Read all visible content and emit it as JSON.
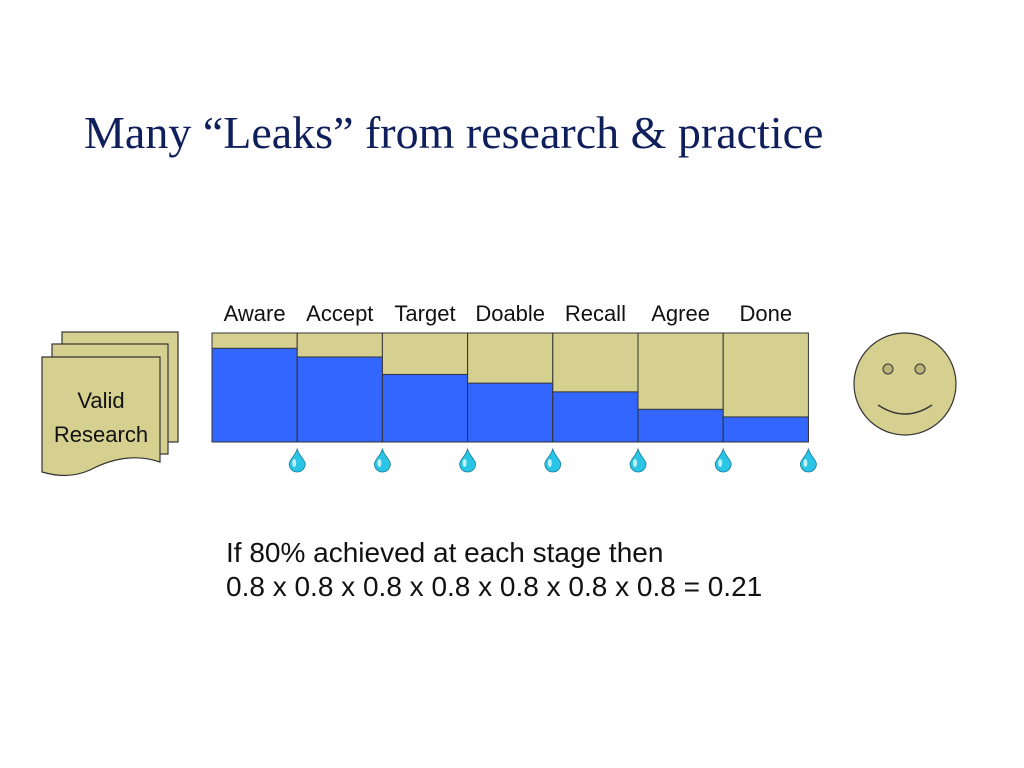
{
  "slide": {
    "title": "Many “Leaks” from research & practice",
    "document": {
      "line1": "Valid",
      "line2": "Research"
    },
    "stages": [
      {
        "label": "Aware",
        "retained": 0.86
      },
      {
        "label": "Accept",
        "retained": 0.78
      },
      {
        "label": "Target",
        "retained": 0.62
      },
      {
        "label": "Doable",
        "retained": 0.54
      },
      {
        "label": "Recall",
        "retained": 0.46
      },
      {
        "label": "Agree",
        "retained": 0.3
      },
      {
        "label": "Done",
        "retained": 0.23
      }
    ],
    "note_line1": "If 80% achieved at each stage then",
    "note_line2": "0.8 x 0.8 x 0.8 x 0.8 x 0.8 x 0.8 x 0.8 = 0.21",
    "colors": {
      "title": "#0f1f5c",
      "tan": "#d6d090",
      "blue": "#3366ff",
      "drop": "#29c4e6",
      "outline": "#333333"
    },
    "icons": [
      "document-stack-icon",
      "water-drop-icon",
      "smiley-face-icon"
    ]
  }
}
